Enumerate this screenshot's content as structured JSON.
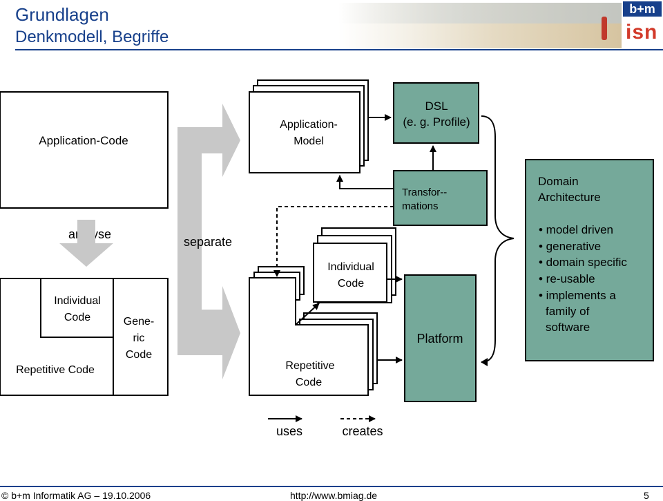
{
  "header": {
    "title": "Grundlagen",
    "subtitle": "Denkmodell, Begriffe",
    "logo_top": "b+m",
    "logo_bottom": "isn"
  },
  "diagram": {
    "application_code": "Application-Code",
    "analyse": "analyse",
    "individual_code_left_1": "Individual",
    "individual_code_left_2": "Code",
    "generic_1": "Gene-",
    "generic_2": "ric",
    "generic_3": "Code",
    "repetitive_code_left": "Repetitive Code",
    "separate": "separate",
    "application_model_1": "Application-",
    "application_model_2": "Model",
    "individual_code_mid_1": "Individual",
    "individual_code_mid_2": "Code",
    "repetitive_code_mid_1": "Repetitive",
    "repetitive_code_mid_2": "Code",
    "dsl_1": "DSL",
    "dsl_2": "(e. g. Profile)",
    "transformations_1": "Transfor--",
    "transformations_2": "mations",
    "platform": "Platform",
    "domain_architecture_1": "Domain",
    "domain_architecture_2": "Architecture",
    "bullets": [
      "• model driven",
      "• generative",
      "• domain specific",
      "• re-usable",
      "• implements a",
      "  family of",
      "  software"
    ],
    "legend_uses": "uses",
    "legend_creates": "creates"
  },
  "colors": {
    "header_blue": "#17408b",
    "teal_box": "#75a99a",
    "gray_arrow": "#c8c8c8"
  },
  "footer": {
    "left": "© b+m Informatik AG – 19.10.2006",
    "center": "http://www.bmiag.de",
    "page": "5"
  }
}
